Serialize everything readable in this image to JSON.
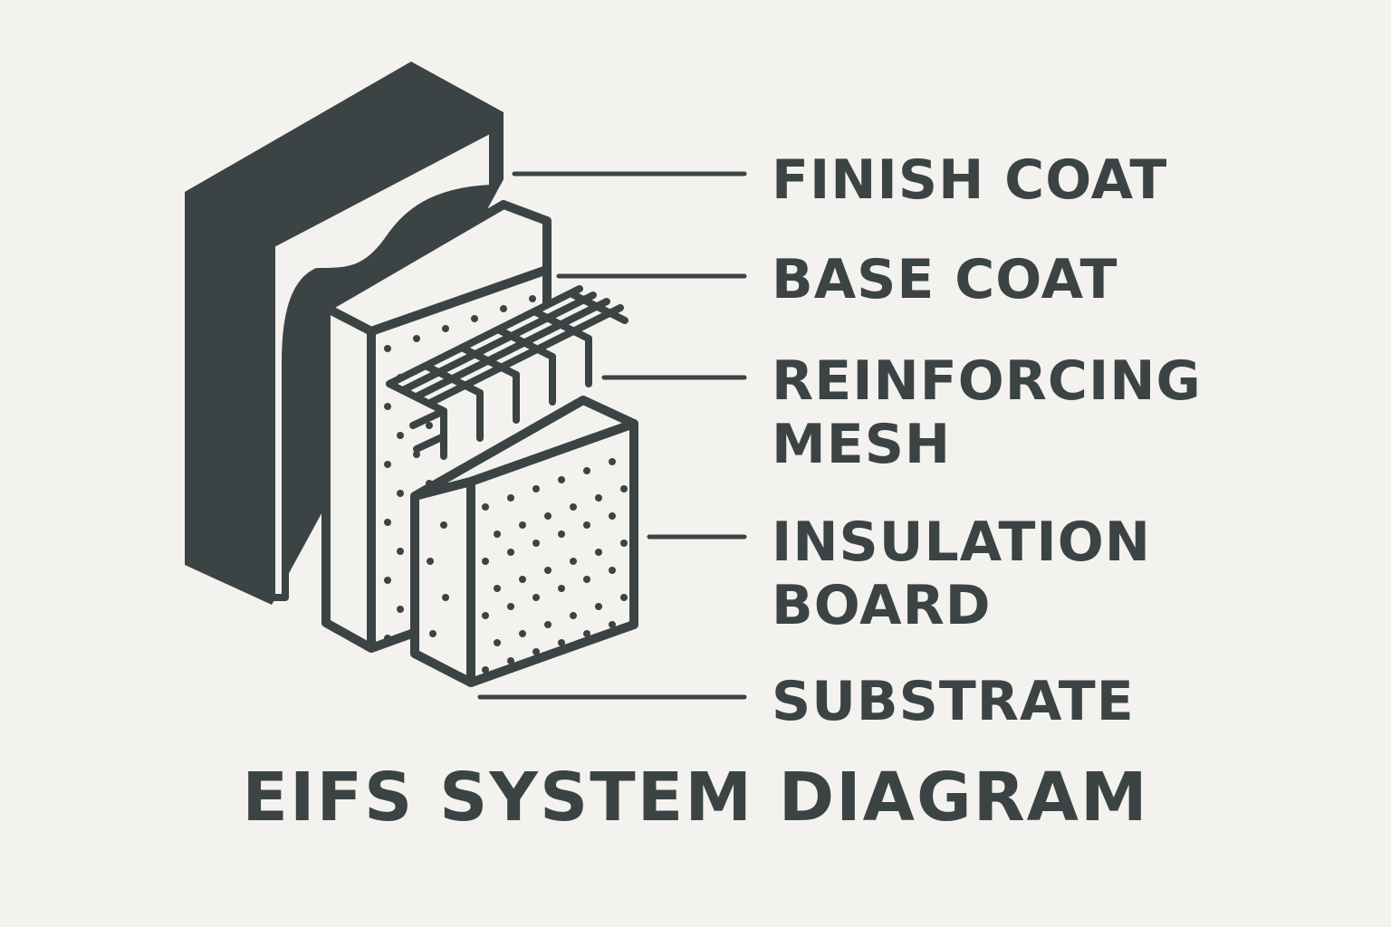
{
  "title": "EIFS SYSTEM DIAGRAM",
  "colors": {
    "ink": "#3c4344",
    "background": "#f4f2ee",
    "panel": "#f4f2ee"
  },
  "labels": {
    "finish_coat": "FINISH COAT",
    "base_coat": "BASE COAT",
    "reinforcing_mesh_1": "REINFORCING",
    "reinforcing_mesh_2": "MESH",
    "insulation_board_1": "INSULATION",
    "insulation_board_2": "BOARD",
    "substrate": "SUBSTRATE"
  }
}
